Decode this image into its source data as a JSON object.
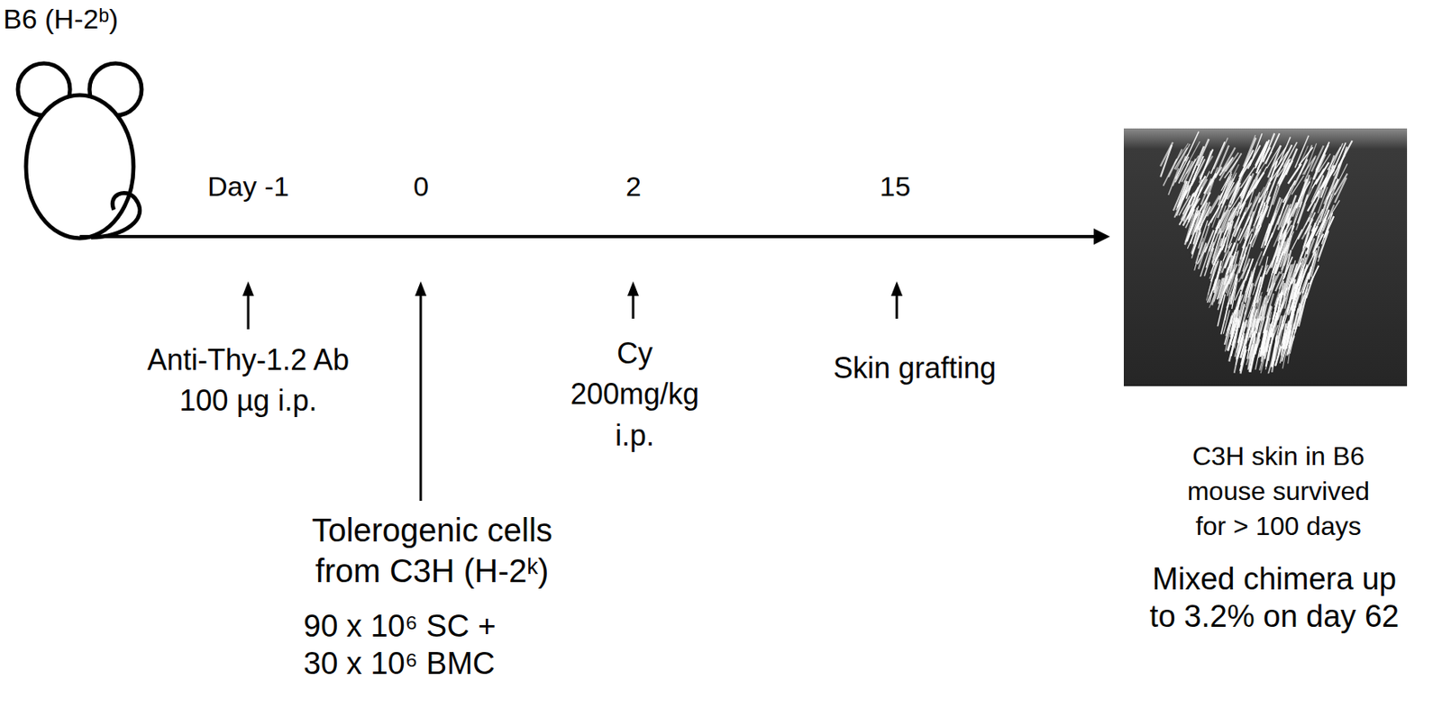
{
  "diagram": {
    "labels": [
      "B6 (H-2ᵇ)",
      "Day -1",
      "0",
      "2",
      "15",
      "Anti-Thy-1.2 Ab 100 µg i.p.",
      "Tolerogenic cells from C3H (H-2ᵏ)",
      "90 x 10⁶ SC + 30 x 10⁶ BMC",
      "Cy 200mg/kg i.p.",
      "Skin grafting",
      "C3H skin in B6 mouse survived for > 100 days",
      "Mixed chimera up to 3.2% on day 62"
    ]
  }
}
